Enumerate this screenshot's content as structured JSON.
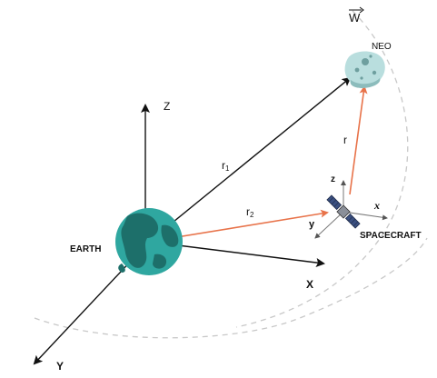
{
  "labels": {
    "w_vector": "W",
    "neo": "NEO",
    "z_axis": "Z",
    "r1": "r",
    "r1_sub": "1",
    "r2": "r",
    "r2_sub": "2",
    "r": "r",
    "earth": "EARTH",
    "spacecraft": "SPACECRAFT",
    "x_axis": "X",
    "y_axis": "Y",
    "sc_x": "x",
    "sc_y": "y",
    "sc_z": "z"
  },
  "colors": {
    "axis": "#111111",
    "position_vector": "#e8734a",
    "orbit_dashed": "#c8c8c8",
    "earth_ocean": "#2fa7a0",
    "earth_land": "#1d6f6a",
    "neo_body": "#b9dede",
    "neo_shadow": "#8cbcbc",
    "spacecraft_panel": "#3a4f80"
  }
}
